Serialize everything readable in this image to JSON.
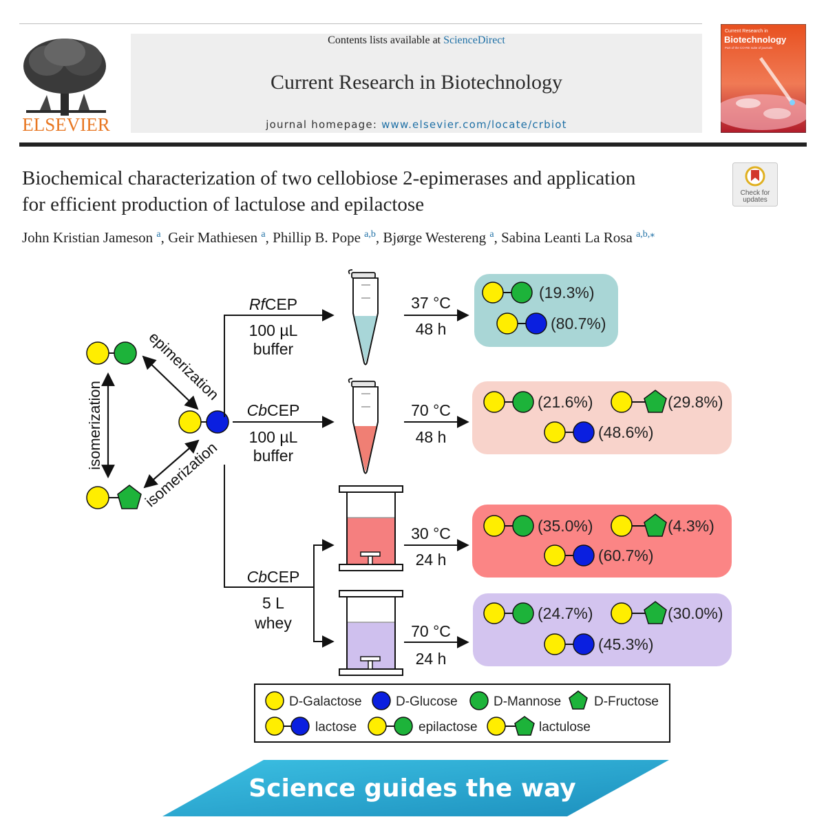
{
  "header": {
    "publisher": "ELSEVIER",
    "contents_prefix": "Contents lists available at ",
    "contents_link": "ScienceDirect",
    "journal_title": "Current Research in Biotechnology",
    "homepage_prefix": "journal homepage: ",
    "homepage_url": "www.elsevier.com/locate/crbiot",
    "cover_line1": "Current Research in",
    "cover_title": "Biotechnology",
    "cover_sub": "Part of the CO-RE suite of journals"
  },
  "article": {
    "title_line1": "Biochemical characterization of two cellobiose 2-epimerases and application",
    "title_line2": "for efficient production of lactulose and epilactose",
    "check_updates": [
      "Check for",
      "updates"
    ],
    "authors": [
      {
        "name": "John Kristian Jameson",
        "aff": "a"
      },
      {
        "name": "Geir Mathiesen",
        "aff": "a"
      },
      {
        "name": "Phillip B. Pope",
        "aff": "a,b"
      },
      {
        "name": "Bjørge Westereng",
        "aff": "a"
      },
      {
        "name": "Sabina Leanti La Rosa",
        "aff": "a,b,⁎"
      }
    ]
  },
  "figure": {
    "left_labels": {
      "epimerization": "epimerization",
      "isomerization_vertical": "isomerization",
      "isomerization_diag": "isomerization"
    },
    "routes": [
      {
        "enzyme_italic": "Rf",
        "enzyme_rest": "CEP",
        "volume": "100 µL",
        "medium": "buffer"
      },
      {
        "enzyme_italic": "Cb",
        "enzyme_rest": "CEP",
        "volume": "100 µL",
        "medium": "buffer"
      },
      {
        "enzyme_italic": "Cb",
        "enzyme_rest": "CEP",
        "volume": "5 L",
        "medium": "whey"
      }
    ],
    "conditions": [
      {
        "temp": "37 °C",
        "time": "48 h"
      },
      {
        "temp": "70 °C",
        "time": "48 h"
      },
      {
        "temp": "30 °C",
        "time": "24 h"
      },
      {
        "temp": "70 °C",
        "time": "24 h"
      }
    ],
    "results": [
      {
        "epilactose": "(19.3%)",
        "lactose": "(80.7%)"
      },
      {
        "epilactose": "(21.6%)",
        "lactulose": "(29.8%)",
        "lactose": "(48.6%)"
      },
      {
        "epilactose": "(35.0%)",
        "lactulose": "(4.3%)",
        "lactose": "(60.7%)"
      },
      {
        "epilactose": "(24.7%)",
        "lactulose": "(30.0%)",
        "lactose": "(45.3%)"
      }
    ],
    "legend": {
      "galactose": "D-Galactose",
      "glucose": "D-Glucose",
      "mannose": "D-Mannose",
      "fructose": "D-Fructose",
      "lactose": "lactose",
      "epilactose": "epilactose",
      "lactulose": "lactulose"
    },
    "colors": {
      "galactose": "#ffee00",
      "glucose": "#0a1fe0",
      "mannose": "#1db33a",
      "fructose": "#1db33a",
      "box1": "#a9d6d6",
      "box2": "#f8d3cb",
      "box3": "#fb8585",
      "box4": "#d3c4ef",
      "tube1_liquid": "#a8d6d8",
      "tube2_liquid": "#f07f74",
      "reactor1_liquid": "#f57f7f",
      "reactor2_liquid": "#cfc0ee",
      "banner_blue": "#2aa8d1"
    }
  },
  "footer_slogan": "Science guides the way"
}
